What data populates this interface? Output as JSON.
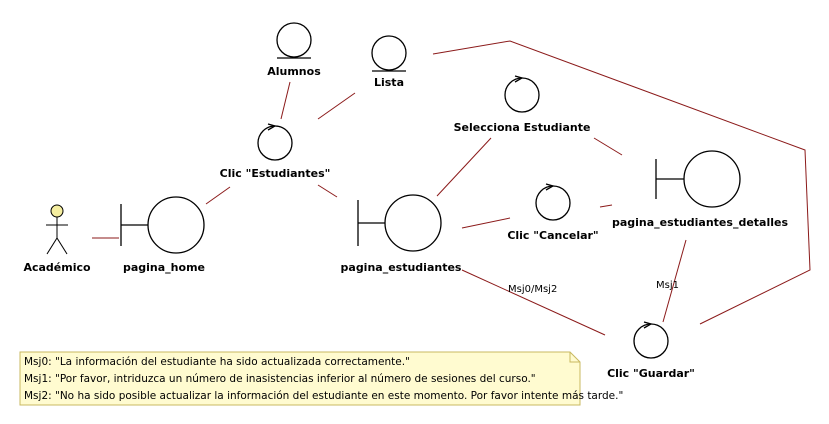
{
  "actor": {
    "label": "Académico"
  },
  "boundaries": {
    "home": "pagina_home",
    "estudiantes": "pagina_estudiantes",
    "detalles": "pagina_estudiantes_detalles"
  },
  "entities": {
    "alumnos": "Alumnos",
    "lista": "Lista"
  },
  "controls": {
    "clic_estudiantes": "Clic \"Estudiantes\"",
    "selecciona": "Selecciona Estudiante",
    "cancelar": "Clic \"Cancelar\"",
    "guardar": "Clic \"Guardar\""
  },
  "link_labels": {
    "msj0_msj2": "Msj0/Msj2",
    "msj1": "Msj1"
  },
  "note": {
    "lines": [
      "Msj0: \"La información del estudiante ha sido actualizada correctamente.\"",
      "Msj1: \"Por favor, intriduzca un número de inasistencias inferior al número de sesiones del curso.\"",
      "Msj2: \"No ha sido posible actualizar la información del estudiante en este momento. Por favor intente más tarde.\""
    ]
  },
  "colors": {
    "link": "#8b1a1a",
    "actor_head": "#f5eea0",
    "note_fill": "#fffbd0",
    "note_border": "#c8b860"
  }
}
